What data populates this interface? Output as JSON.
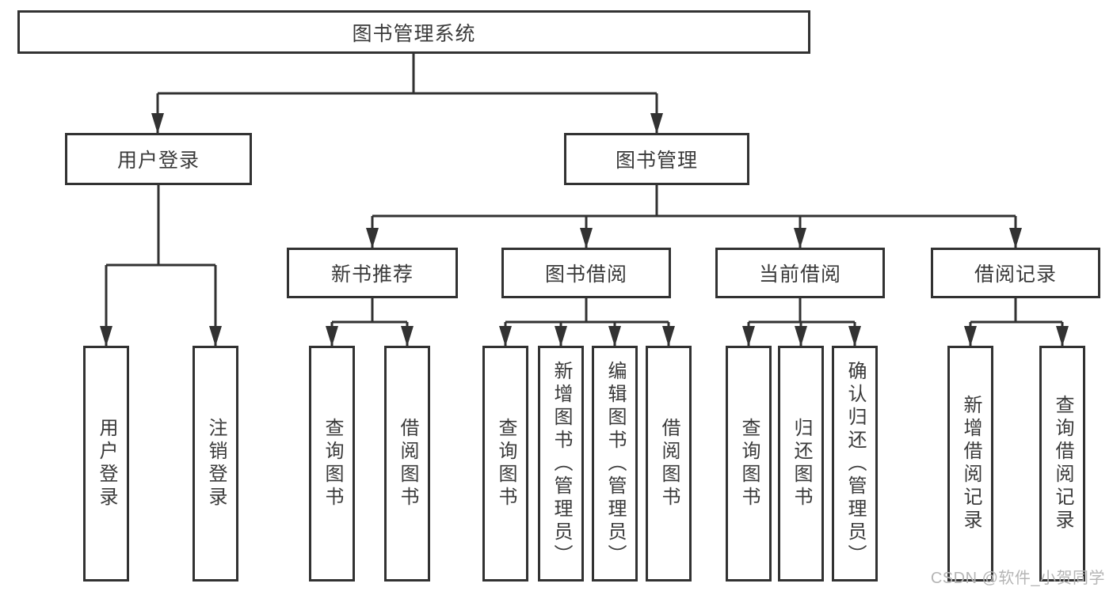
{
  "diagram": {
    "root": {
      "label": "图书管理系统"
    },
    "level1": [
      {
        "label": "用户登录"
      },
      {
        "label": "图书管理"
      }
    ],
    "level2": [
      {
        "label": "新书推荐"
      },
      {
        "label": "图书借阅"
      },
      {
        "label": "当前借阅"
      },
      {
        "label": "借阅记录"
      }
    ],
    "leaves": {
      "user_login": [
        "用户登录",
        "注销登录"
      ],
      "new_books": [
        "查询图书",
        "借阅图书"
      ],
      "book_borrow": [
        "查询图书",
        "新增图书（管理员）",
        "编辑图书（管理员）",
        "借阅图书"
      ],
      "current_borrow": [
        "查询图书",
        "归还图书",
        "确认归还（管理员）"
      ],
      "borrow_records": [
        "新增借阅记录",
        "查询借阅记录"
      ]
    }
  },
  "watermark": "CSDN @软件_小贺同学",
  "colors": {
    "line": "#323232",
    "text": "#3a3a3a",
    "watermark": "#b5b5b5",
    "background": "#ffffff"
  }
}
